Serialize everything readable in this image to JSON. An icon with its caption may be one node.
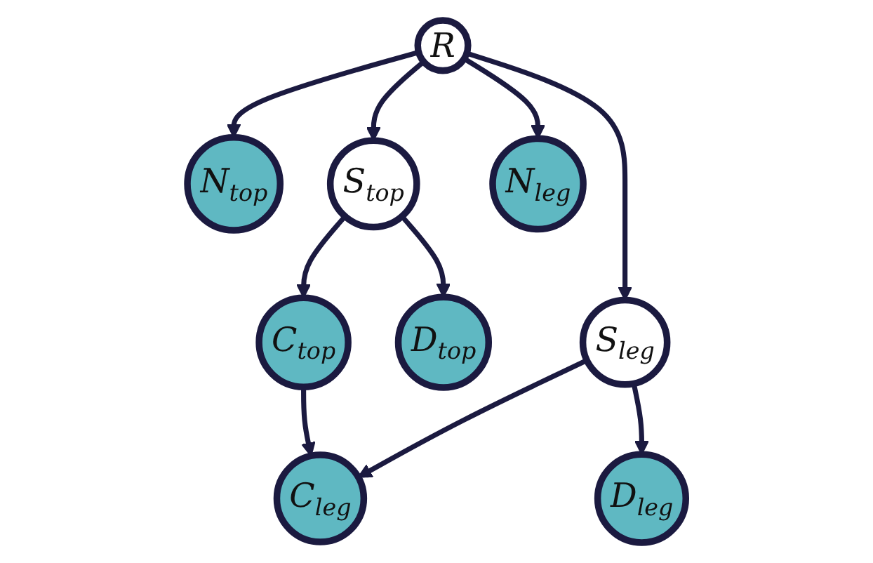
{
  "diagram": {
    "nodes": [
      {
        "text": [
          "R"
        ]
      },
      {
        "text": [
          "N$_{top}$"
        ]
      },
      {
        "text": [
          "S$_{top}$"
        ]
      },
      {
        "text": [
          "N$_{leg}$"
        ]
      },
      {
        "text": [
          "S$_{leg}$"
        ]
      },
      {
        "text": [
          "C$_{top}$"
        ]
      },
      {
        "text": [
          "D$_{top}$"
        ]
      },
      {
        "text": [
          "C$_{leg}$"
        ]
      },
      {
        "text": [
          "D$_{leg}$"
        ]
      }
    ],
    "edges": [
      {
        "from": 0,
        "to": 1,
        "arrow": "to"
      },
      {
        "from": 0,
        "to": 2,
        "arrow": "to"
      },
      {
        "from": 0,
        "to": 3,
        "arrow": "to"
      },
      {
        "from": 0,
        "to": 4,
        "arrow": "to"
      },
      {
        "from": 2,
        "to": 5,
        "arrow": "to"
      },
      {
        "from": 2,
        "to": 6,
        "arrow": "to"
      },
      {
        "from": 4,
        "to": 7,
        "arrow": "to"
      },
      {
        "from": 4,
        "to": 8,
        "arrow": "to"
      },
      {
        "from": 5,
        "to": 7,
        "arrow": "to"
      }
    ]
  }
}
